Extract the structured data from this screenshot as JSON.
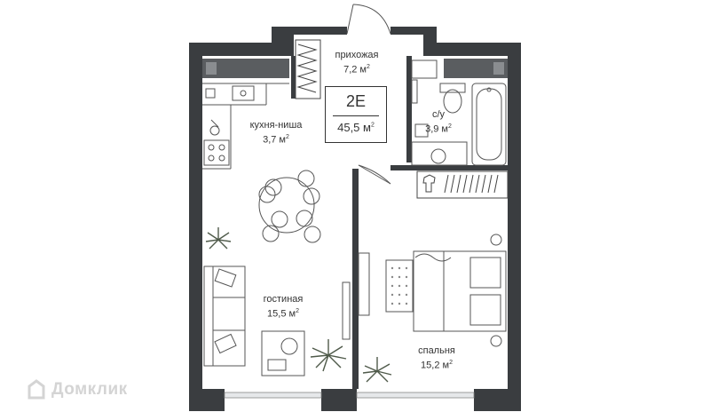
{
  "apartment": {
    "code": "2E",
    "total_area": "45,5 м",
    "total_area_sup": "2"
  },
  "rooms": {
    "hallway": {
      "name": "прихожая",
      "area": "7,2 м",
      "sup": "2"
    },
    "bathroom": {
      "name": "с/у",
      "area": "3,9 м",
      "sup": "2"
    },
    "kitchen": {
      "name": "кухня-ниша",
      "area": "3,7 м",
      "sup": "2"
    },
    "living": {
      "name": "гостиная",
      "area": "15,5 м",
      "sup": "2"
    },
    "bedroom": {
      "name": "спальня",
      "area": "15,2 м",
      "sup": "2"
    }
  },
  "watermark": {
    "text": "Домклик"
  },
  "colors": {
    "wall": "#3a3d40",
    "window": "#5a5d60",
    "line": "#666666",
    "plant": "#4f5a4a",
    "watermark": "#d4d4d4"
  }
}
